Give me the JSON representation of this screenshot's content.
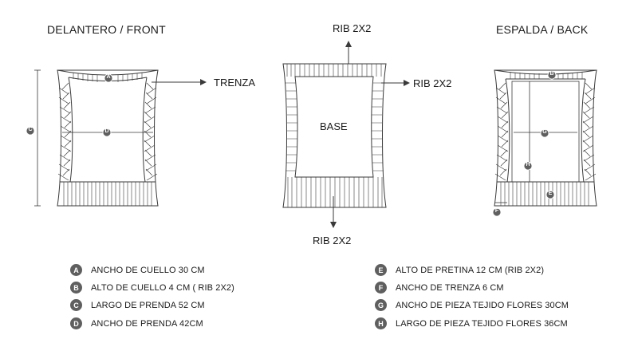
{
  "titles": {
    "front": "DELANTERO / FRONT",
    "back": "ESPALDA  / BACK"
  },
  "callouts": {
    "trenza": "TRENZA",
    "rib_top": "RIB 2X2",
    "rib_right": "RIB 2X2",
    "rib_bottom": "RIB 2X2",
    "base": "BASE"
  },
  "markers": {
    "a": "A",
    "b": "B",
    "c": "C",
    "d": "D",
    "e": "E",
    "f": "F",
    "g": "G",
    "h": "H"
  },
  "legend_left": [
    {
      "key": "A",
      "text": "ANCHO DE CUELLO  30 CM"
    },
    {
      "key": "B",
      "text": "ALTO DE CUELLO  4 CM ( RIB 2X2)"
    },
    {
      "key": "C",
      "text": "LARGO DE PRENDA  52 CM"
    },
    {
      "key": "D",
      "text": "ANCHO DE PRENDA 42CM"
    }
  ],
  "legend_right": [
    {
      "key": "E",
      "text": "ALTO DE PRETINA 12 CM (RIB 2X2)"
    },
    {
      "key": "F",
      "text": "ANCHO DE TRENZA  6 CM"
    },
    {
      "key": "G",
      "text": "ANCHO DE PIEZA TEJIDO FLORES 30CM"
    },
    {
      "key": "H",
      "text": "LARGO DE PIEZA TEJIDO FLORES 36CM"
    }
  ],
  "colors": {
    "line": "#3a3a3a",
    "badge": "#5f5f5f",
    "text": "#1a1a1a"
  }
}
